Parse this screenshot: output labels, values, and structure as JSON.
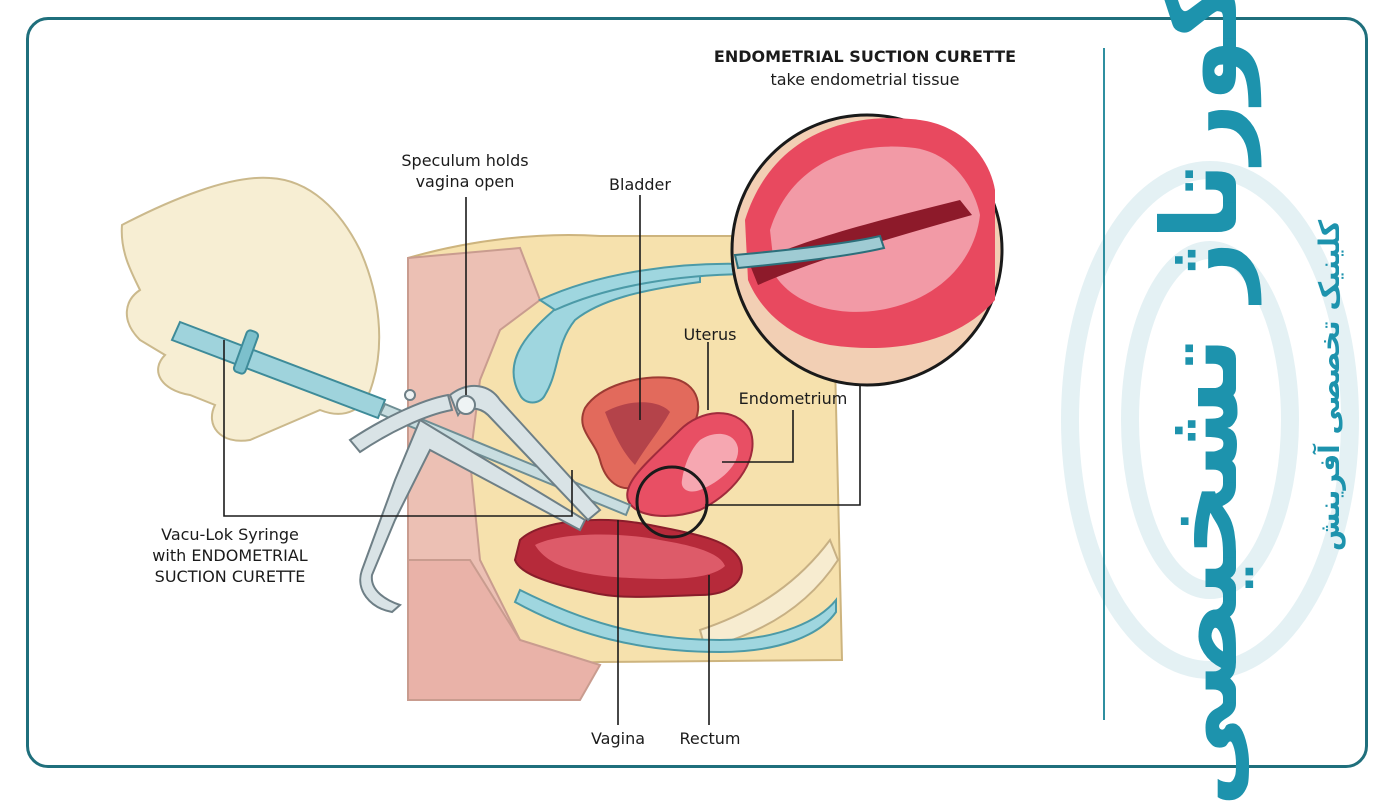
{
  "labels": {
    "curette_title": "ENDOMETRIAL SUCTION CURETTE",
    "curette_sub": "take endometrial tissue",
    "speculum_line1": "Speculum holds",
    "speculum_line2": "vagina open",
    "bladder": "Bladder",
    "uterus": "Uterus",
    "endometrium": "Endometrium",
    "syringe_line1": "Vacu-Lok Syringe",
    "syringe_line2": "with ENDOMETRIAL",
    "syringe_line3": "SUCTION CURETTE",
    "vagina": "Vagina",
    "rectum": "Rectum"
  },
  "brand": {
    "title": "کورتاژ تشخیصی",
    "subtitle": "کلینیک تخصصی آفرینش"
  },
  "colors": {
    "frame": "#1f6f7c",
    "brand": "#1d93ad",
    "tissue_red": "#e85468",
    "skin_tan": "#f3dfae"
  }
}
